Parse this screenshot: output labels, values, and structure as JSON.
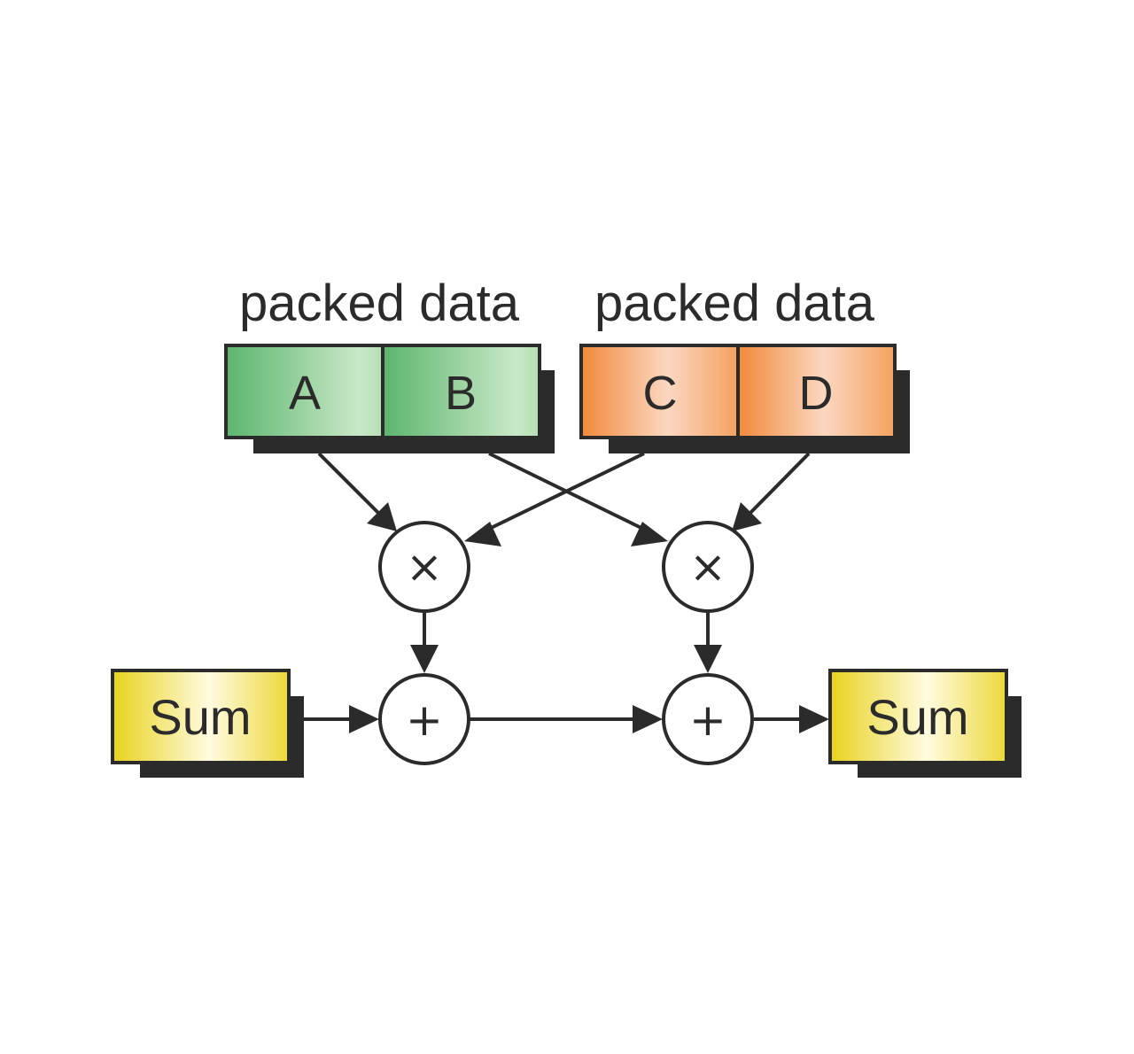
{
  "groups": {
    "left_label": "packed data",
    "right_label": "packed data"
  },
  "cells": {
    "a": "A",
    "b": "B",
    "c": "C",
    "d": "D"
  },
  "sum_boxes": {
    "input": "Sum",
    "output": "Sum"
  },
  "operators": {
    "multiply_left": "×",
    "multiply_right": "×",
    "add_left": "+",
    "add_right": "+"
  },
  "colors": {
    "green_dark": "#5cb56e",
    "green_light": "#c9e8c7",
    "orange_dark": "#f2893a",
    "orange_light": "#fbd7c1",
    "yellow_dark": "#e8d21c",
    "yellow_light": "#fffbe0",
    "ink": "#2b2b2b"
  }
}
